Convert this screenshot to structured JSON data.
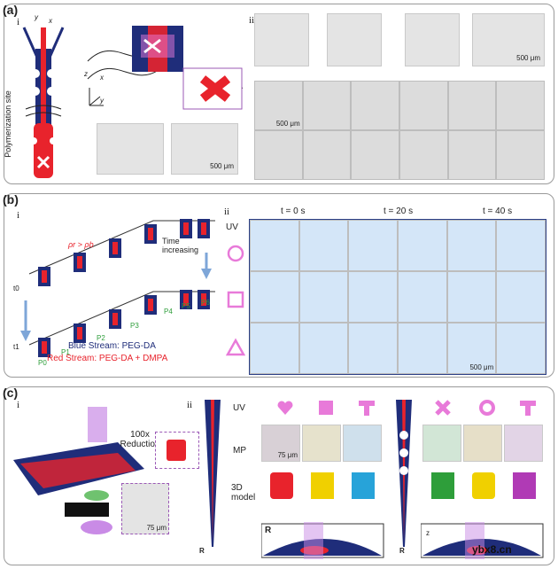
{
  "panel_a": {
    "label": "(a)",
    "sub_i": "i",
    "sub_ii": "ii",
    "axis_y": "y",
    "axis_x": "x",
    "axis_z2": "z",
    "axis_x2": "x",
    "axis_y2": "y",
    "polymerization": "Polymerization site",
    "scale_1": "500 μm",
    "scale_2": "500 μm",
    "scale_3": "500 μm"
  },
  "panel_b": {
    "label": "(b)",
    "sub_i": "i",
    "sub_ii": "ii",
    "uv": "UV",
    "t0": "t = 0 s",
    "t20": "t = 20 s",
    "t40": "t = 40 s",
    "rho": "ρr > ρb",
    "time_increasing": "Time increasing",
    "ts_top": "t0",
    "ts_bottom": "t1",
    "p_labels": [
      "P0",
      "P1",
      "P2",
      "P3",
      "P4",
      "P5",
      "P6"
    ],
    "blue_stream": "Blue Stream: PEG-DA",
    "red_stream": "Red Stream: PEG-DA + DMPA",
    "scale": "500 μm"
  },
  "panel_c": {
    "label": "(c)",
    "sub_i": "i",
    "sub_ii": "ii",
    "reduction": "100x Reduction",
    "scale_left": "75 μm",
    "scale_mid": "75 μm",
    "uv": "UV",
    "mp": "MP",
    "model": "3D model",
    "r1": "R",
    "r2": "R",
    "r3": "R",
    "zx": "z",
    "watermark": "ybx8.cn"
  },
  "colors": {
    "red": "#e8232c",
    "navy": "#1f2d7a",
    "pink": "#e87ad9",
    "cellblue": "#d4e6f8"
  }
}
